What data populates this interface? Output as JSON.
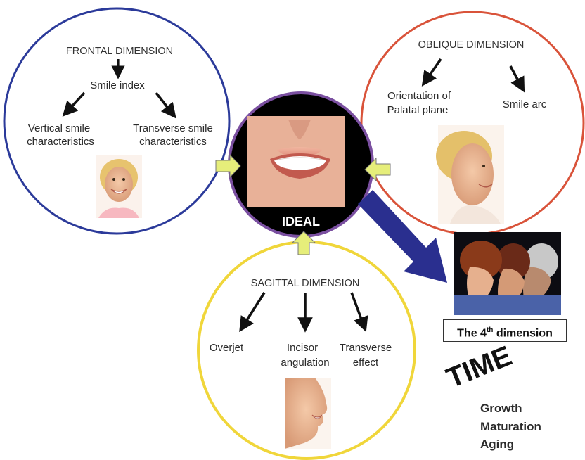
{
  "frontal": {
    "title": "FRONTAL DIMENSION",
    "index": "Smile index",
    "vertical_line1": "Vertical smile",
    "vertical_line2": "characteristics",
    "transverse_line1": "Transverse smile",
    "transverse_line2": "characteristics",
    "photo_icon": "smiling-face-frontal-photo"
  },
  "oblique": {
    "title": "OBLIQUE DIMENSION",
    "orient_line1": "Orientation of",
    "orient_line2": "Palatal plane",
    "arc": "Smile  arc",
    "photo_icon": "smiling-face-oblique-photo"
  },
  "ideal": {
    "label": "IDEAL",
    "photo_icon": "smile-closeup-photo"
  },
  "sagittal": {
    "title": "SAGITTAL DIMENSION",
    "overjet": "Overjet",
    "incisor_line1": "Incisor",
    "incisor_line2": "angulation",
    "trans_line1": "Transverse",
    "trans_line2": "effect",
    "photo_icon": "smiling-face-profile-photo"
  },
  "fourth": {
    "prefix": "The 4",
    "sup": "th",
    "suffix": " dimension",
    "photo_icon": "three-generations-profile-photo"
  },
  "time": {
    "word": "TIME",
    "items": [
      "Growth",
      "Maturation",
      "Aging"
    ]
  },
  "colors": {
    "frontal_ring": "#2b3a9a",
    "oblique_ring": "#d9533a",
    "sagittal_ring": "#f0d63a",
    "ideal_ring": "#7a4fa0",
    "connector_arrow": "#e6ee7a",
    "big_arrow": "#2a2f8f"
  }
}
